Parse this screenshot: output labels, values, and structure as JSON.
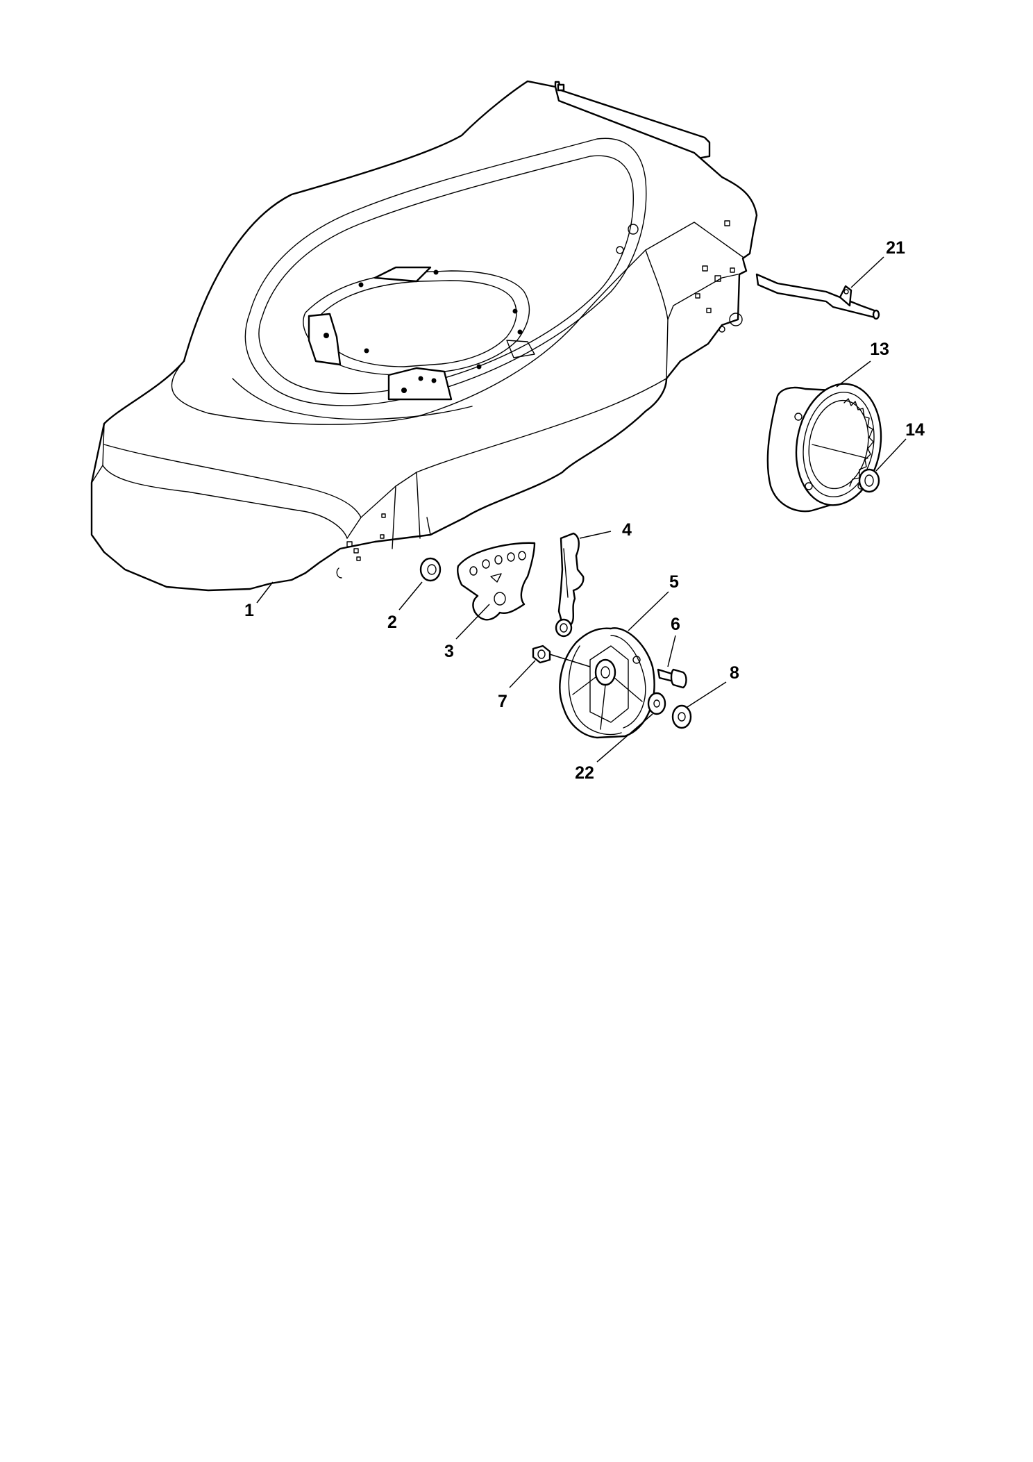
{
  "callouts": [
    {
      "id": "deck",
      "label": "1"
    },
    {
      "id": "bush",
      "label": "2"
    },
    {
      "id": "height-plate",
      "label": "3"
    },
    {
      "id": "height-lever",
      "label": "4"
    },
    {
      "id": "front-wheel",
      "label": "5"
    },
    {
      "id": "wheel-bolt",
      "label": "6"
    },
    {
      "id": "nut",
      "label": "7"
    },
    {
      "id": "washer-outer",
      "label": "8"
    },
    {
      "id": "rear-wheel",
      "label": "13"
    },
    {
      "id": "rear-bush",
      "label": "14"
    },
    {
      "id": "rear-axle",
      "label": "21"
    },
    {
      "id": "washer-inner",
      "label": "22"
    }
  ]
}
